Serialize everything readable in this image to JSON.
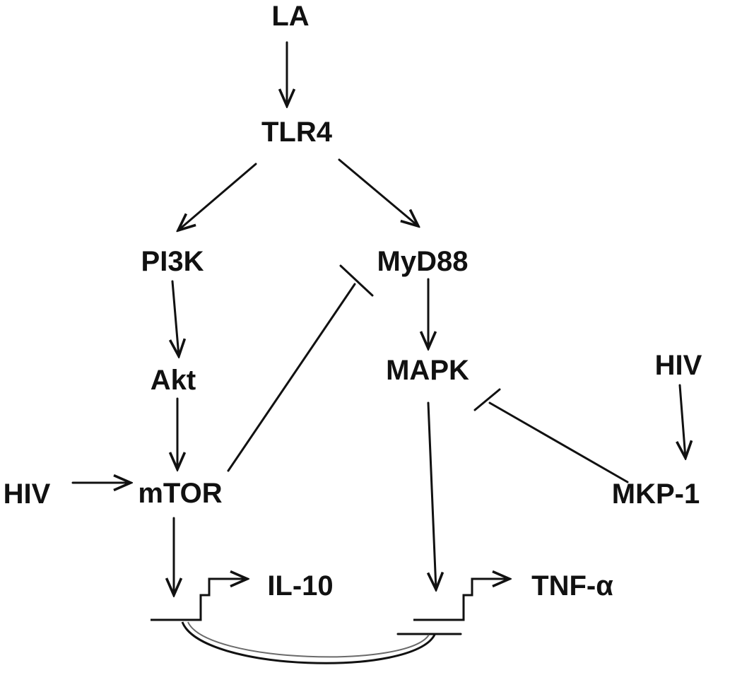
{
  "nodes": {
    "la": "LA",
    "tlr4": "TLR4",
    "pi3k": "PI3K",
    "myd88": "MyD88",
    "akt": "Akt",
    "mapk": "MAPK",
    "hiv_right": "HIV",
    "hiv_left": "HIV",
    "mtor": "mTOR",
    "mkp1": "MKP-1",
    "il10": "IL-10",
    "tnfa": "TNF-α"
  },
  "colors": {
    "ink": "#111111",
    "background": "#ffffff"
  }
}
